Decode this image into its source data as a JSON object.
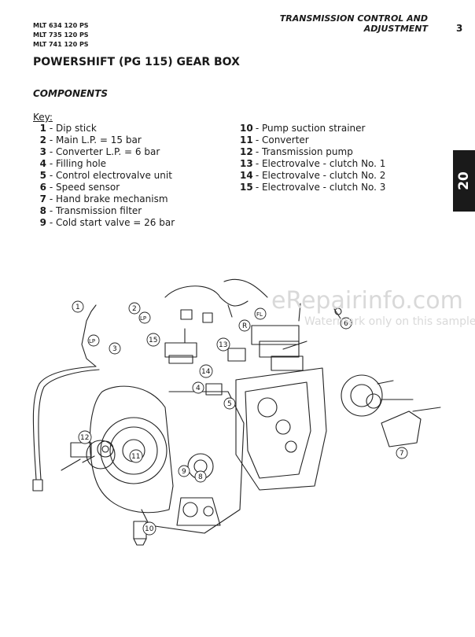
{
  "header": {
    "models": [
      "MLT 634 120 PS",
      "MLT 735 120 PS",
      "MLT 741 120 PS"
    ],
    "section_title_line1": "TRANSMISSION CONTROL AND",
    "section_title_line2": "ADJUSTMENT",
    "page_number": "3"
  },
  "chapter_tab": "20",
  "heading": "POWERSHIFT (PG 115) GEAR BOX",
  "subheading": "COMPONENTS",
  "key_label": "Key:",
  "key_items": [
    {
      "num": "1",
      "label": "Dip stick"
    },
    {
      "num": "2",
      "label": "Main L.P. = 15 bar"
    },
    {
      "num": "3",
      "label": "Converter L.P. = 6 bar"
    },
    {
      "num": "4",
      "label": "Filling hole"
    },
    {
      "num": "5",
      "label": "Control electrovalve unit"
    },
    {
      "num": "6",
      "label": "Speed sensor"
    },
    {
      "num": "7",
      "label": "Hand brake mechanism"
    },
    {
      "num": "8",
      "label": "Transmission filter"
    },
    {
      "num": "9",
      "label": "Cold start valve = 26 bar"
    },
    {
      "num": "10",
      "label": "Pump suction strainer"
    },
    {
      "num": "11",
      "label": "Converter"
    },
    {
      "num": "12",
      "label": "Transmission pump"
    },
    {
      "num": "13",
      "label": "Electrovalve - clutch No. 1"
    },
    {
      "num": "14",
      "label": "Electrovalve - clutch No. 2"
    },
    {
      "num": "15",
      "label": "Electrovalve - clutch No. 3"
    }
  ],
  "separator": " - ",
  "watermark": {
    "line1": "eRepairinfo.com",
    "line2": "Watermark only on this sample"
  },
  "diagram_callouts": [
    "1",
    "2",
    "3",
    "4",
    "5",
    "6",
    "7",
    "8",
    "9",
    "10",
    "11",
    "12",
    "13",
    "14",
    "15",
    "LP",
    "LP",
    "FL",
    "R"
  ]
}
